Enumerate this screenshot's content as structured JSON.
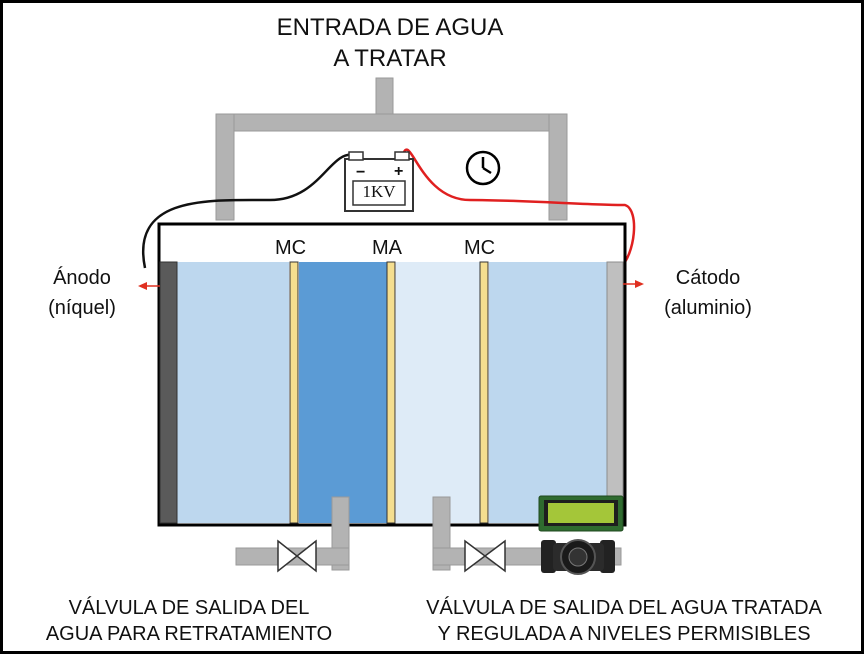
{
  "title": {
    "line1": "ENTRADA DE AGUA",
    "line2": "A TRATAR"
  },
  "battery": {
    "label": "1KV",
    "minus": "−",
    "plus": "+"
  },
  "electrodes": {
    "anode": {
      "line1": "Ánodo",
      "line2": "(níquel)"
    },
    "cathode": {
      "line1": "Cátodo",
      "line2": "(aluminio)"
    }
  },
  "membranes": {
    "left": "MC",
    "middle": "MA",
    "right": "MC"
  },
  "valves": {
    "left": {
      "line1": "VÁLVULA DE SALIDA DEL",
      "line2": "AGUA PARA RETRATAMIENTO"
    },
    "right": {
      "line1": "VÁLVULA DE SALIDA DEL AGUA TRATADA",
      "line2": "Y REGULADA A NIVELES PERMISIBLES"
    }
  },
  "colors": {
    "pipe": "#b3b3b3",
    "chamber_light": "#bdd7ee",
    "chamber_dark": "#5b9bd5",
    "chamber_pale": "#deebf7",
    "membrane": "#f5de8f",
    "wire_red": "#e02020",
    "arrow_red": "#e03020",
    "lcd_green": "#a4c639"
  }
}
